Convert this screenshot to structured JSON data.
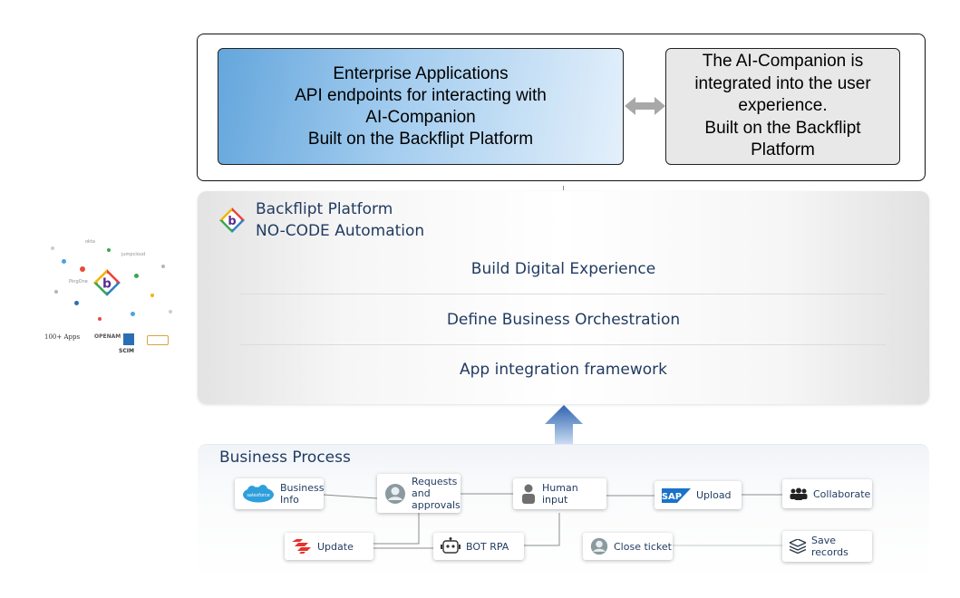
{
  "top_section": {
    "enterprise_box": {
      "lines": [
        "Enterprise Applications",
        "API endpoints for interacting with",
        "AI-Companion",
        "Built on the Backflipt Platform"
      ],
      "fill_color": "#8cbde8"
    },
    "companion_box": {
      "lines": [
        "The AI-Companion is",
        "integrated into the user",
        "experience.",
        "Built on the Backflipt",
        "Platform"
      ],
      "fill_color": "#e8e8e8"
    },
    "connector_icon": "double-arrow-icon"
  },
  "platform": {
    "title": "Backflipt Platform",
    "subtitle": "NO-CODE Automation",
    "layers": [
      "Build Digital Experience",
      "Define Business Orchestration",
      "App integration framework"
    ],
    "text_color": "#1f3a5f",
    "logo_letter": "b"
  },
  "flow_arrow": {
    "icon": "up-arrow-icon",
    "color": "#3a6fb5"
  },
  "apps_cluster": {
    "center_letter": "b",
    "mini_labels": [
      "okta",
      "PingOne",
      "jumpcloud"
    ],
    "caption": "100+ Apps",
    "opennam_label": "OPENAM",
    "scim_label": "SCIM"
  },
  "business_process": {
    "title": "Business Process",
    "nodes": {
      "business_info": {
        "label": "Business\nInfo",
        "icon": "salesforce-icon",
        "icon_text": "salesforce"
      },
      "requests": {
        "label": "Requests\nand\napprovals",
        "icon": "person-circle-icon"
      },
      "human_input": {
        "label": "Human\ninput",
        "icon": "person-icon"
      },
      "upload": {
        "label": "Upload",
        "icon": "sap-icon",
        "icon_text": "SAP"
      },
      "collaborate": {
        "label": "Collaborate",
        "icon": "people-group-icon"
      },
      "update": {
        "label": "Update",
        "icon": "update-logo-icon"
      },
      "bot_rpa": {
        "label": "BOT RPA",
        "icon": "robot-icon"
      },
      "close_ticket": {
        "label": "Close ticket",
        "icon": "person-circle-icon"
      },
      "save_records": {
        "label": "Save\nrecords",
        "icon": "stack-layers-icon"
      }
    },
    "colors": {
      "salesforce": "#2e9fdb",
      "sap": "#1a73c9",
      "update_logo": "#e5322d",
      "person": "#8a9aa0"
    }
  }
}
